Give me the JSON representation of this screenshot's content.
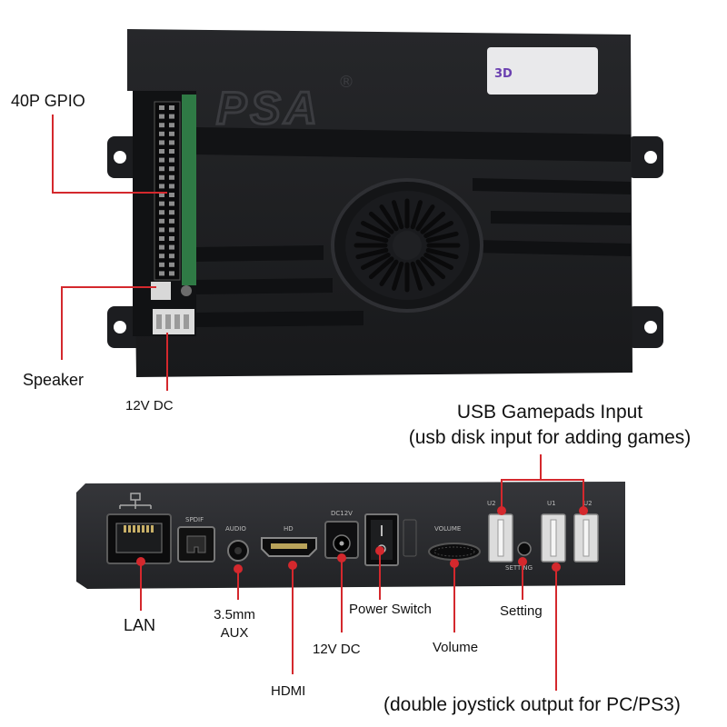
{
  "board": {
    "brand": "PSA",
    "trademark": "®",
    "sticker": "3D"
  },
  "labels_top": {
    "gpio": "40P GPIO",
    "speaker": "Speaker",
    "dc_top": "12V  DC"
  },
  "labels_bottom": {
    "usb_title": "USB Gamepads Input",
    "usb_subtitle": "(usb disk input for adding games)",
    "lan": "LAN",
    "aux_line1": "3.5mm",
    "aux_line2": "AUX",
    "hdmi": "HDMI",
    "dc_bottom": "12V DC",
    "power_switch": "Power Switch",
    "volume": "Volume",
    "setting": "Setting",
    "joystick_output": "(double joystick output for PC/PS3)"
  },
  "panel_print": {
    "spdif": "SPDIF",
    "audio": "AUDIO",
    "hd": "HD",
    "dc12v": "DC12V",
    "volume": "VOLUME",
    "setting": "SETTING",
    "u2": "U2",
    "u1": "U1",
    "u3": "U2"
  },
  "colors": {
    "leader": "#d4282d",
    "case": "#1e1f22",
    "panel": "#2a2b2e",
    "pcb": "#2f7a45"
  }
}
